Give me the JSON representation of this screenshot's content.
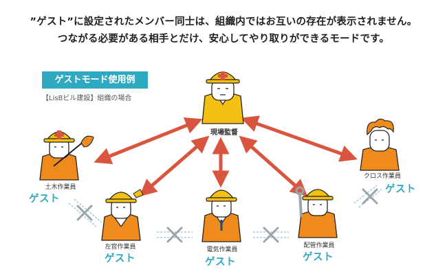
{
  "headline": {
    "line1": "”ゲスト”に設定されたメンバー同士は、組織内ではお互いの存在が表示されません。",
    "line2": "つながる必要がある相手とだけ、安心してやり取りができるモードです。"
  },
  "example": {
    "tag": "ゲストモード使用例",
    "case": "【LisBビル建設】組織の場合"
  },
  "roles": {
    "supervisor": "現場監督",
    "civil": "土木作業員",
    "plasterer": "左官作業員",
    "electric": "電気作業員",
    "plumbing": "配管作業員",
    "cloth": "クロス作業員"
  },
  "guest_label": "ゲスト",
  "colors": {
    "arrow": "#d9553f",
    "helmet": "#f4c013",
    "vest": "#ef8a1c",
    "tag": "#2ea9bf",
    "guest": "#2fa8c0",
    "cross": "#9aa4ab",
    "dashed": "#8fc3d8"
  }
}
